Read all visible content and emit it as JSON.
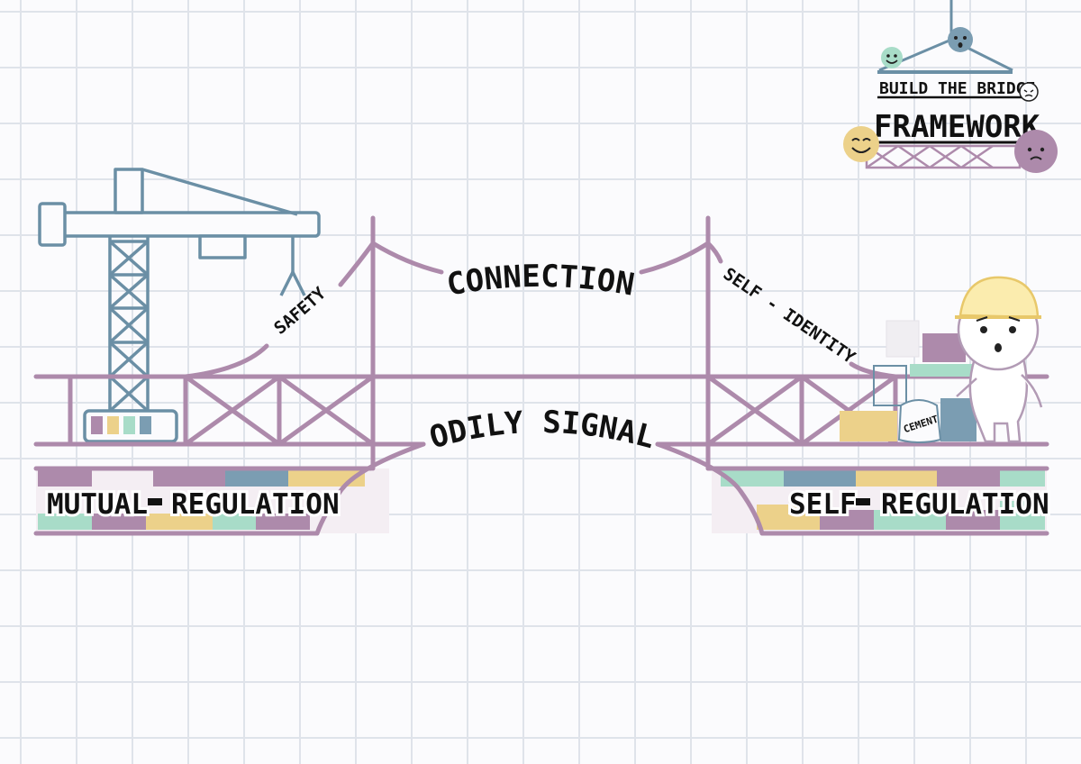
{
  "labels": {
    "connection": "CONNECTION",
    "safety": "SAFETY",
    "self_identity": "SELF - IDENTITY",
    "bodily_signals": "BODILY SIGNALS",
    "mutual": "MUTUAL",
    "regulation_left": "REGULATION",
    "self": "SELF",
    "regulation_right": "REGULATION",
    "cement": "CEMENT"
  },
  "title": {
    "line1": "BUILD THE BRIDGE",
    "line2": "FRAMEWORK"
  },
  "colors": {
    "bridge": "#ad8aab",
    "crane": "#6b8fa5",
    "mint": "#a8dcc8",
    "sand": "#ecd18a",
    "steel": "#7b9db2",
    "text": "#111111"
  }
}
